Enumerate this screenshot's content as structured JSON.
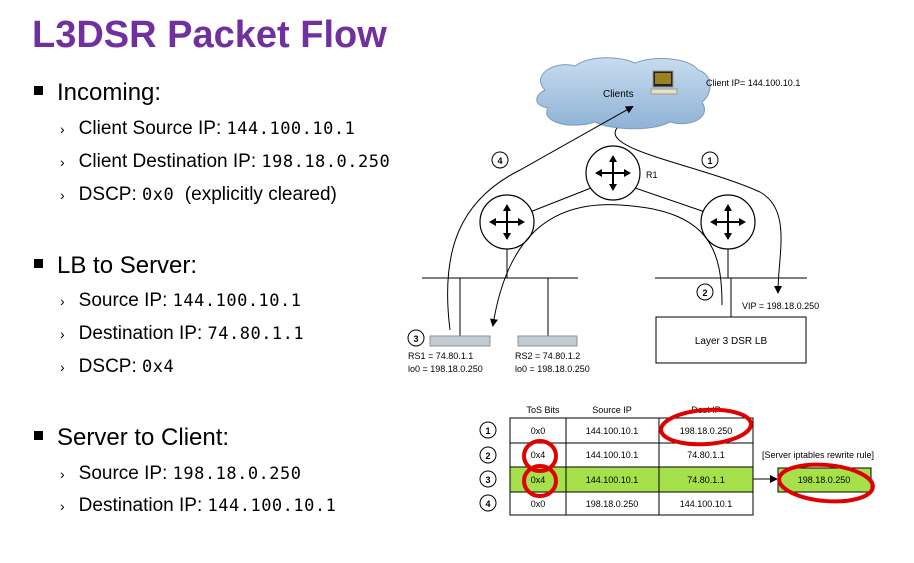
{
  "title": "L3DSR Packet Flow",
  "sections": [
    {
      "heading": "Incoming:",
      "items": [
        {
          "label": "Client Source IP: ",
          "value": "144.100.10.1",
          "suffix": ""
        },
        {
          "label": "Client Destination IP: ",
          "value": "198.18.0.250",
          "suffix": ""
        },
        {
          "label": "DSCP: ",
          "value": "0x0",
          "suffix": "  (explicitly cleared)"
        }
      ]
    },
    {
      "heading": "LB to Server:",
      "items": [
        {
          "label": "Source IP: ",
          "value": "144.100.10.1",
          "suffix": ""
        },
        {
          "label": "Destination IP: ",
          "value": "74.80.1.1",
          "suffix": ""
        },
        {
          "label": "DSCP: ",
          "value": "0x4",
          "suffix": ""
        }
      ]
    },
    {
      "heading": "Server to Client:",
      "items": [
        {
          "label": "Source IP: ",
          "value": "198.18.0.250",
          "suffix": ""
        },
        {
          "label": "Destination IP: ",
          "value": "144.100.10.1",
          "suffix": ""
        }
      ]
    }
  ],
  "diagram": {
    "clients_label": "Clients",
    "client_ip": "Client IP= 144.100.10.1",
    "router_label": "R1",
    "steps": [
      "1",
      "2",
      "3",
      "4"
    ],
    "rs1": [
      "RS1 = 74.80.1.1",
      "lo0 = 198.18.0.250"
    ],
    "rs2": [
      "RS2 = 74.80.1.2",
      "lo0 = 198.18.0.250"
    ],
    "vip": "VIP = 198.18.0.250",
    "lb_label": "Layer 3 DSR LB"
  },
  "table": {
    "headers": [
      "ToS Bits",
      "Source IP",
      "Dest IP"
    ],
    "rows": [
      {
        "step": "1",
        "cells": [
          "0x0",
          "144.100.10.1",
          "198.18.0.250"
        ]
      },
      {
        "step": "2",
        "cells": [
          "0x4",
          "144.100.10.1",
          "74.80.1.1"
        ]
      },
      {
        "step": "3",
        "cells": [
          "0x4",
          "144.100.10.1",
          "74.80.1.1"
        ]
      },
      {
        "step": "4",
        "cells": [
          "0x0",
          "198.18.0.250",
          "144.100.10.1"
        ]
      }
    ],
    "rewrite_label": "[Server iptables rewrite rule]",
    "rewrite_value": "198.18.0.250",
    "highlight_color": "#a6e04a",
    "annotation_color": "#e00000"
  }
}
